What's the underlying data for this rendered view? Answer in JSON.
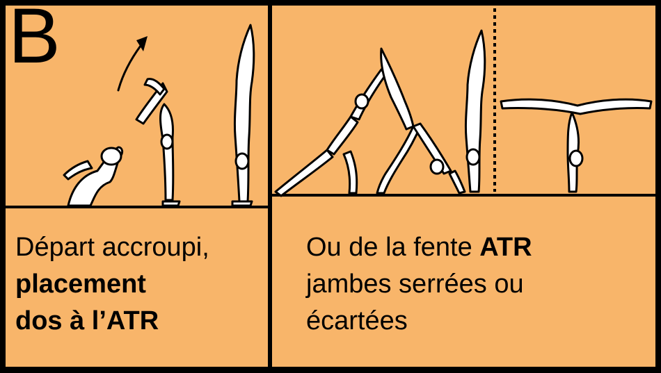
{
  "panel_letter": "B",
  "left_caption": {
    "line1": "Départ accroupi,",
    "line2_bold": "placement",
    "line3_bold": "dos à l’ATR"
  },
  "right_caption": {
    "line1_pre": "Ou de la fente ",
    "line1_bold": "ATR",
    "line2": "jambes serrées ou",
    "line3": "écartées"
  },
  "colors": {
    "background": "#f8b56a",
    "lines": "#000000",
    "figures": "#ffffff"
  }
}
